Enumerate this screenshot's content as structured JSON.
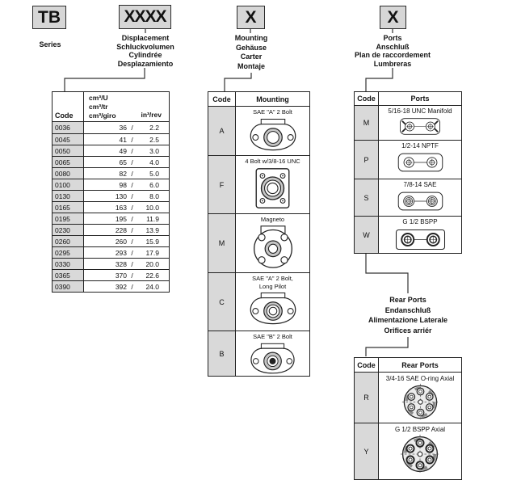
{
  "colors": {
    "box_fill": "#d6d6d6",
    "code_cell_fill": "#d9d9d9",
    "border": "#222222"
  },
  "diagram": {
    "series": {
      "box": "TB",
      "label": "Series"
    },
    "displacement": {
      "box": "XXXX",
      "labels": [
        "Displacement",
        "Schluckvolumen",
        "Cylindrée",
        "Desplazamiento"
      ],
      "table": {
        "col1_header": "Code",
        "col2_header_lines": [
          "cm³/U",
          "cm³/tr",
          "cm³/giro"
        ],
        "col2_header_right": "in³/rev",
        "separator": "/",
        "rows": [
          {
            "code": "0036",
            "metric": "36",
            "imperial": "2.2"
          },
          {
            "code": "0045",
            "metric": "41",
            "imperial": "2.5"
          },
          {
            "code": "0050",
            "metric": "49",
            "imperial": "3.0"
          },
          {
            "code": "0065",
            "metric": "65",
            "imperial": "4.0"
          },
          {
            "code": "0080",
            "metric": "82",
            "imperial": "5.0"
          },
          {
            "code": "0100",
            "metric": "98",
            "imperial": "6.0"
          },
          {
            "code": "0130",
            "metric": "130",
            "imperial": "8.0"
          },
          {
            "code": "0165",
            "metric": "163",
            "imperial": "10.0"
          },
          {
            "code": "0195",
            "metric": "195",
            "imperial": "11.9"
          },
          {
            "code": "0230",
            "metric": "228",
            "imperial": "13.9"
          },
          {
            "code": "0260",
            "metric": "260",
            "imperial": "15.9"
          },
          {
            "code": "0295",
            "metric": "293",
            "imperial": "17.9"
          },
          {
            "code": "0330",
            "metric": "328",
            "imperial": "20.0"
          },
          {
            "code": "0365",
            "metric": "370",
            "imperial": "22.6"
          },
          {
            "code": "0390",
            "metric": "392",
            "imperial": "24.0"
          }
        ]
      }
    },
    "mounting": {
      "box": "X",
      "labels": [
        "Mounting",
        "Gehäuse",
        "Carter",
        "Montaje"
      ],
      "table": {
        "col1_header": "Code",
        "col2_header": "Mounting",
        "rows": [
          {
            "code": "A",
            "label_lines": [
              "SAE \"A\" 2 Bolt"
            ],
            "icon": "flange-sae-a-2bolt"
          },
          {
            "code": "F",
            "label_lines": [
              "4 Bolt w/3/8-16 UNC"
            ],
            "icon": "flange-4bolt"
          },
          {
            "code": "M",
            "label_lines": [
              "Magneto"
            ],
            "icon": "flange-magneto"
          },
          {
            "code": "C",
            "label_lines": [
              "SAE \"A\" 2 Bolt,",
              "Long Pilot"
            ],
            "icon": "flange-sae-a-2bolt-long-pilot"
          },
          {
            "code": "B",
            "label_lines": [
              "SAE \"B\" 2 Bolt"
            ],
            "icon": "flange-sae-b-2bolt"
          }
        ]
      }
    },
    "ports": {
      "box": "X",
      "labels": [
        "Ports",
        "Anschluß",
        "Plan de raccordement",
        "Lumbreras"
      ],
      "table": {
        "col1_header": "Code",
        "col2_header": "Ports",
        "rows": [
          {
            "code": "M",
            "label_lines": [
              "5/16-18 UNC Manifold"
            ],
            "icon": "ports-unc-manifold"
          },
          {
            "code": "P",
            "label_lines": [
              "1/2-14 NPTF"
            ],
            "icon": "ports-nptf"
          },
          {
            "code": "S",
            "label_lines": [
              "7/8-14 SAE"
            ],
            "icon": "ports-sae"
          },
          {
            "code": "W",
            "label_lines": [
              "G 1/2 BSPP"
            ],
            "icon": "ports-bspp"
          }
        ]
      }
    },
    "rear_ports": {
      "labels": [
        "Rear Ports",
        "Endanschluß",
        "Alimentazione Laterale",
        "Orifices arriér"
      ],
      "table": {
        "col1_header": "Code",
        "col2_header": "Rear Ports",
        "rows": [
          {
            "code": "R",
            "label_lines": [
              "3/4-16 SAE O-ring Axial"
            ],
            "icon": "rear-sae-oring-axial"
          },
          {
            "code": "Y",
            "label_lines": [
              "G 1/2 BSPP Axial"
            ],
            "icon": "rear-bspp-axial"
          }
        ]
      }
    }
  }
}
